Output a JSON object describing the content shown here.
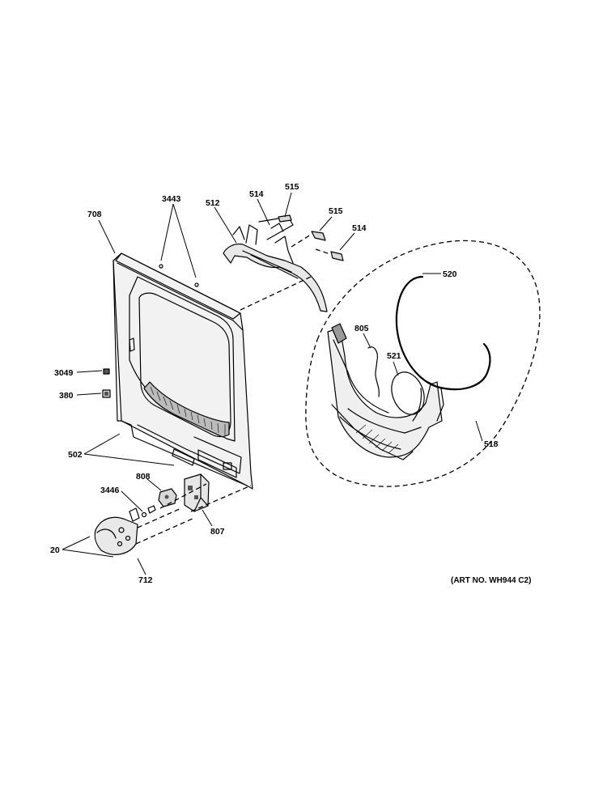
{
  "callouts": [
    {
      "id": "708",
      "text": "708"
    },
    {
      "id": "3443",
      "text": "3443"
    },
    {
      "id": "512",
      "text": "512"
    },
    {
      "id": "514a",
      "text": "514"
    },
    {
      "id": "515a",
      "text": "515"
    },
    {
      "id": "515b",
      "text": "515"
    },
    {
      "id": "514b",
      "text": "514"
    },
    {
      "id": "520",
      "text": "520"
    },
    {
      "id": "805",
      "text": "805"
    },
    {
      "id": "521",
      "text": "521"
    },
    {
      "id": "3049",
      "text": "3049"
    },
    {
      "id": "380",
      "text": "380"
    },
    {
      "id": "518",
      "text": "518"
    },
    {
      "id": "502",
      "text": "502"
    },
    {
      "id": "808",
      "text": "808"
    },
    {
      "id": "3446",
      "text": "3446"
    },
    {
      "id": "807",
      "text": "807"
    },
    {
      "id": "20",
      "text": "20"
    },
    {
      "id": "712",
      "text": "712"
    }
  ],
  "art_number": "(ART NO. WH944 C2)"
}
